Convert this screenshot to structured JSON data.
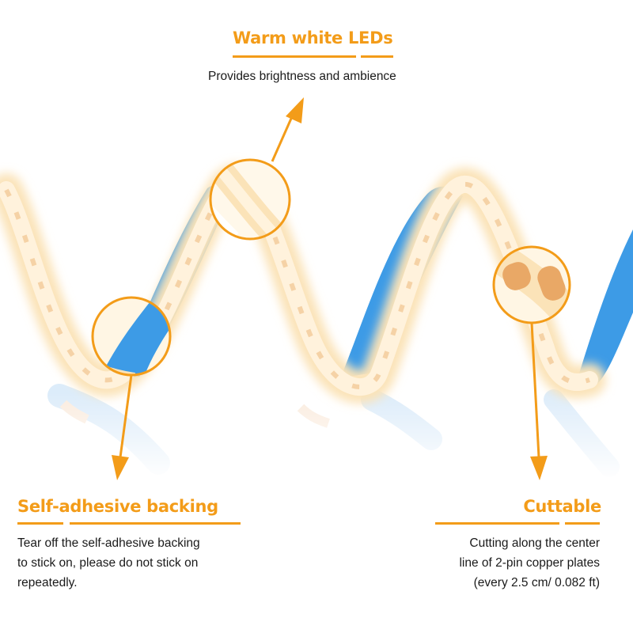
{
  "colors": {
    "accent": "#f39c19",
    "strip_backing": "#3d9be6",
    "led_glow": "#fbe3b8",
    "led_core": "#fff6e4",
    "copper": "#e9a866"
  },
  "callouts": {
    "leds": {
      "title": "Warm white LEDs",
      "lines": [
        "Provides brightness and ambience"
      ]
    },
    "backing": {
      "title": "Self-adhesive backing",
      "lines": [
        "Tear off the self-adhesive backing",
        "to stick on, please do not stick on",
        "repeatedly."
      ]
    },
    "cuttable": {
      "title": "Cuttable",
      "lines": [
        "Cutting along the center",
        "line of 2-pin copper plates",
        "(every 2.5 cm/ 0.082 ft)"
      ]
    }
  },
  "icons": [
    "arrow-up-icon",
    "arrow-down-icon",
    "magnifier-circle-icon"
  ]
}
